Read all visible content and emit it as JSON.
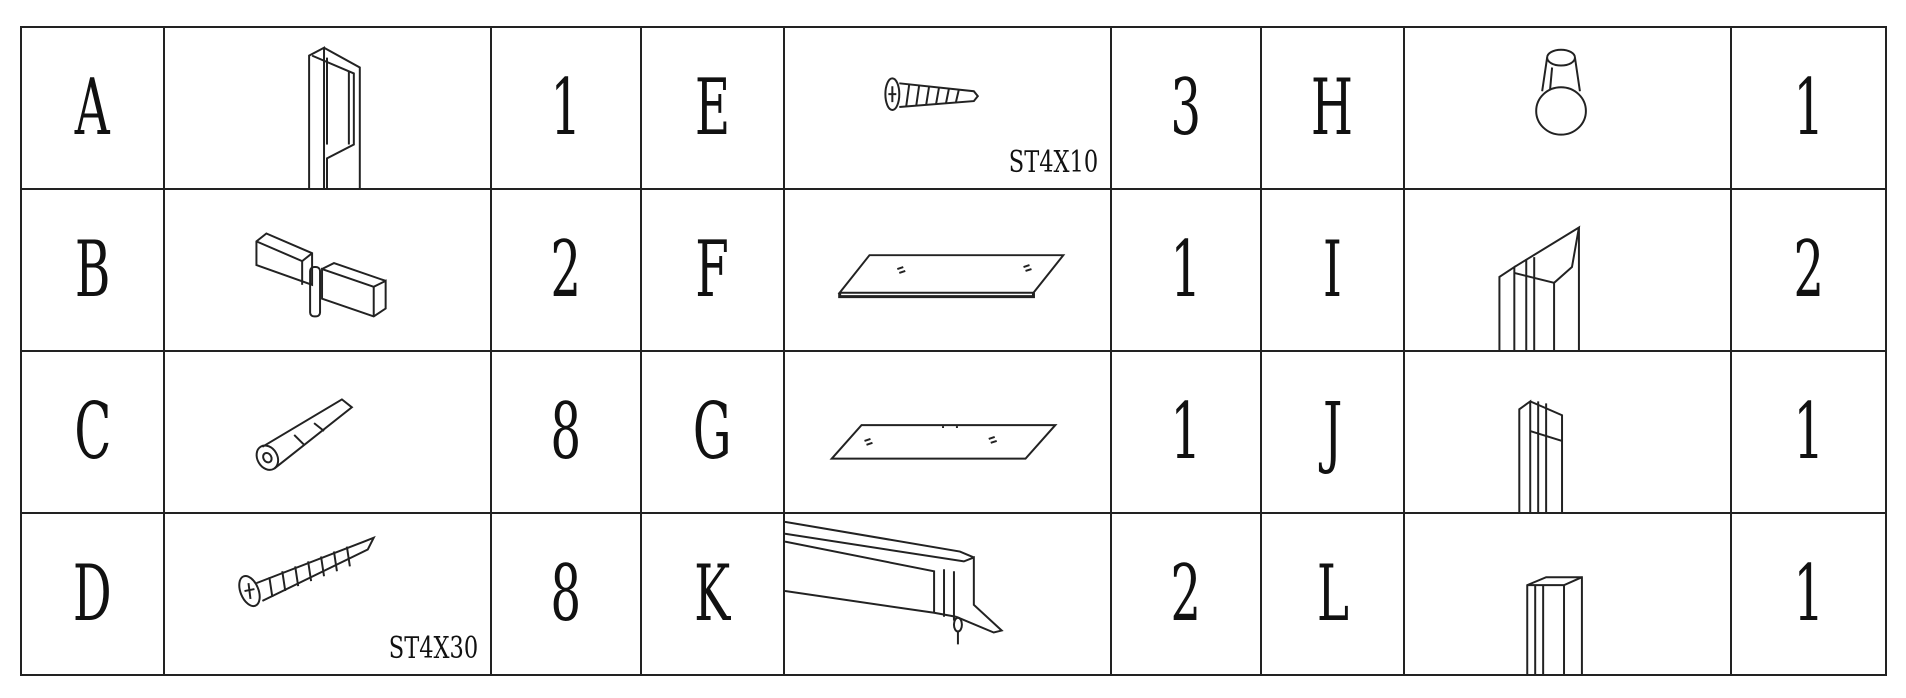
{
  "parts": [
    [
      {
        "letter": "A",
        "icon": "vertical-profile-icon",
        "qty": "1",
        "size": ""
      },
      {
        "letter": "E",
        "icon": "short-screw-icon",
        "qty": "3",
        "size": "ST4X10"
      },
      {
        "letter": "H",
        "icon": "knob-icon",
        "qty": "1",
        "size": ""
      }
    ],
    [
      {
        "letter": "B",
        "icon": "glass-clamp-hinge-icon",
        "qty": "2",
        "size": ""
      },
      {
        "letter": "F",
        "icon": "glass-panel-icon",
        "qty": "1",
        "size": ""
      },
      {
        "letter": "I",
        "icon": "magnetic-profile-icon",
        "qty": "2",
        "size": ""
      }
    ],
    [
      {
        "letter": "C",
        "icon": "wall-plug-icon",
        "qty": "8",
        "size": ""
      },
      {
        "letter": "G",
        "icon": "glass-panel-icon",
        "qty": "1",
        "size": ""
      },
      {
        "letter": "J",
        "icon": "h-profile-icon",
        "qty": "1",
        "size": ""
      }
    ],
    [
      {
        "letter": "D",
        "icon": "long-screw-icon",
        "qty": "8",
        "size": "ST4X30"
      },
      {
        "letter": "K",
        "icon": "seal-strip-icon",
        "qty": "2",
        "size": ""
      },
      {
        "letter": "L",
        "icon": "u-profile-icon",
        "qty": "1",
        "size": ""
      }
    ]
  ]
}
